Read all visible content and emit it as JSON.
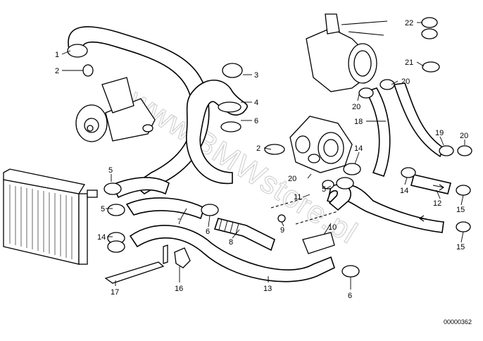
{
  "diagram": {
    "watermark": "www.BMWstore.pl",
    "reference_number": "00000362",
    "callouts": [
      {
        "id": "c1",
        "label": "1"
      },
      {
        "id": "c2",
        "label": "2"
      },
      {
        "id": "c3",
        "label": "3"
      },
      {
        "id": "c4",
        "label": "4"
      },
      {
        "id": "c6a",
        "label": "6"
      },
      {
        "id": "c2b",
        "label": "2"
      },
      {
        "id": "c5a",
        "label": "5"
      },
      {
        "id": "c5b",
        "label": "5"
      },
      {
        "id": "c14a",
        "label": "14"
      },
      {
        "id": "c7",
        "label": "7"
      },
      {
        "id": "c6b",
        "label": "6"
      },
      {
        "id": "c8",
        "label": "8"
      },
      {
        "id": "c9",
        "label": "9"
      },
      {
        "id": "c10",
        "label": "10"
      },
      {
        "id": "c11",
        "label": "11"
      },
      {
        "id": "c13",
        "label": "13"
      },
      {
        "id": "c6c",
        "label": "6"
      },
      {
        "id": "c16",
        "label": "16"
      },
      {
        "id": "c17",
        "label": "17"
      },
      {
        "id": "c18",
        "label": "18"
      },
      {
        "id": "c19",
        "label": "19"
      },
      {
        "id": "c20a",
        "label": "20"
      },
      {
        "id": "c20b",
        "label": "20"
      },
      {
        "id": "c20c",
        "label": "20"
      },
      {
        "id": "c20d",
        "label": "20"
      },
      {
        "id": "c5c",
        "label": "5"
      },
      {
        "id": "c14b",
        "label": "14"
      },
      {
        "id": "c14c",
        "label": "14"
      },
      {
        "id": "c12",
        "label": "12"
      },
      {
        "id": "c15a",
        "label": "15"
      },
      {
        "id": "c15b",
        "label": "15"
      },
      {
        "id": "c21",
        "label": "21"
      },
      {
        "id": "c22",
        "label": "22"
      }
    ]
  }
}
